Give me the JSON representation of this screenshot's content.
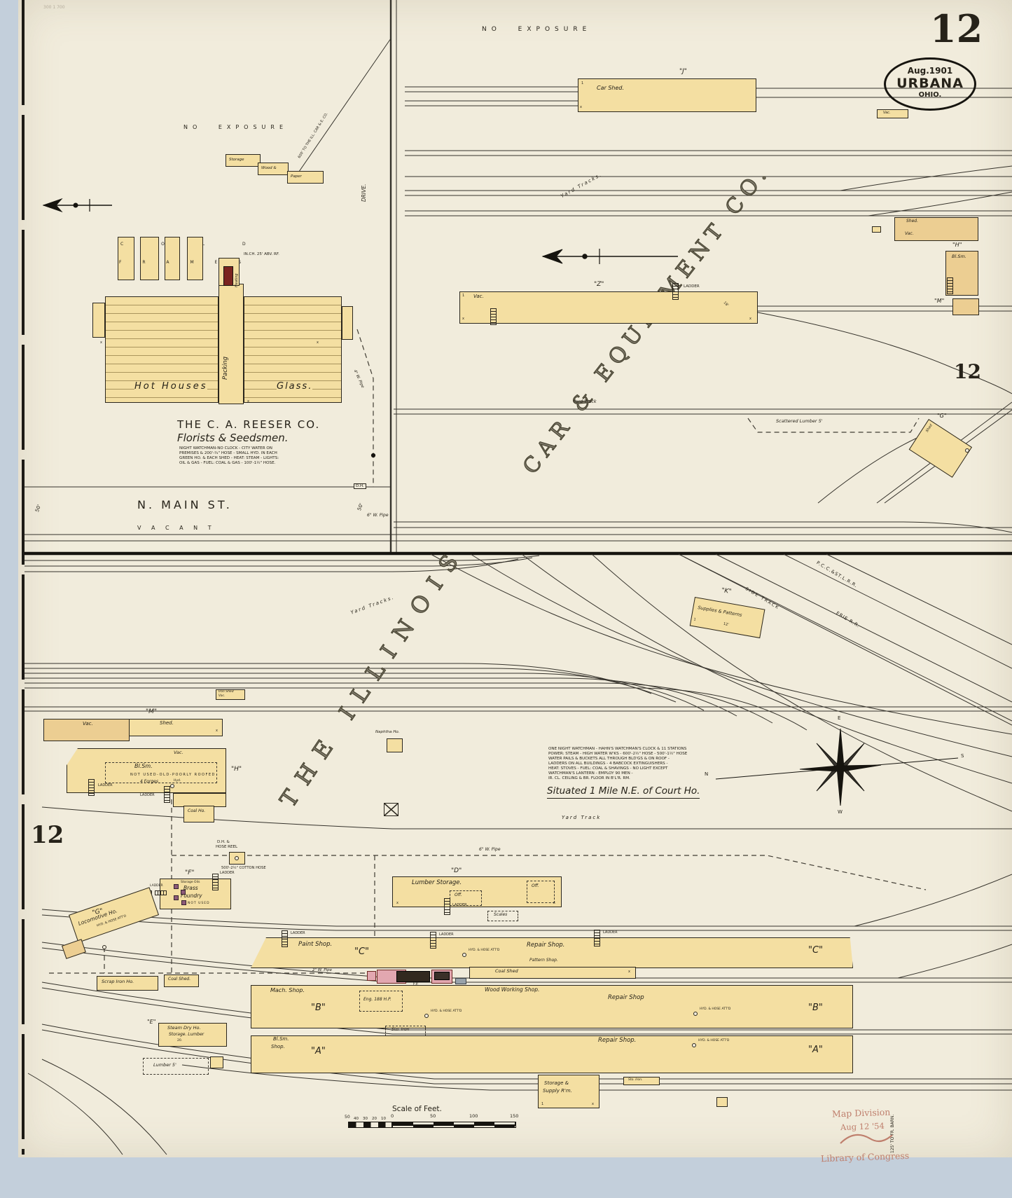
{
  "sheet": {
    "number_top": "12",
    "number_right": "12",
    "number_left": "12",
    "stamp_date": "Aug.1901",
    "stamp_city": "URBANA",
    "stamp_state": "OHIO.",
    "pencil_note": "300 1 700"
  },
  "company": {
    "line1": "THE ILLINOIS",
    "line2": "CAR & EQUIPMENT CO."
  },
  "top": {
    "no_exposure": "NO EXPOSURE",
    "drive": "DRIVE.",
    "ill_note": "600' TO THE ILL. CAR & E. CO.",
    "storage": "Storage",
    "wood": "Wood &",
    "paper": "Paper",
    "cold": "C O L D",
    "frames": "F R A M E S",
    "hot_houses": "Hot  Houses",
    "glass": "Glass.",
    "packing": "Packing",
    "heating": "Heating",
    "chimney_note": "IN.CH. 25' ABV. RF.",
    "reeser_title": "THE C. A. REESER CO.",
    "reeser_sub": "Florists & Seedsmen.",
    "reeser_notes": [
      "NIGHT WATCHMAN-NO CLOCK - CITY WATER ON",
      "PREMISES & 200'-¾\" HOSE - SMALL HYD. IN EACH",
      "GREEN HO. & EACH SHED - HEAT: STEAM - LIGHTS:",
      "OIL & GAS - FUEL: COAL & GAS - 100'-1½\" HOSE."
    ],
    "main_st": "N. MAIN ST.",
    "vacant": "V A C A N T",
    "w50_left": "50'",
    "w50_right": "50'",
    "dh": "D.H.",
    "pipe6": "6\" W. Pipe",
    "pipe4": "4\" W. Pipe",
    "car_shed": "Car Shed.",
    "j": "\"J\"",
    "vac": "Vac.",
    "yard_tracks": "Yard Tracks.",
    "yard_track": "Yard Track",
    "shed": "Shed.",
    "h": "\"H\"",
    "bl_sm": "Bl.Sm.",
    "m": "\"M\"",
    "z": "\"Z\"",
    "ladder": "LADDER",
    "d18": "18'",
    "scattered": "Scattered Lumber 5'",
    "g": "\"G\"",
    "g_shed": "Shed"
  },
  "bottom": {
    "k": "\"K\"",
    "k_name": "Supplies & Patterns",
    "d12": "12'",
    "side_track": "SIDE TRACK",
    "pcc": "P.C.C.&ST.L.R.R.",
    "erie": "ERIE R.R.",
    "yard_tracks": "Yard Tracks.",
    "yard_track": "Yard Track",
    "iron_shed": "Iron Shed",
    "vac": "Vac.",
    "m": "\"M\"",
    "shed": "Shed.",
    "h": "\"H\"",
    "bl_sm": "Bl.Sm.",
    "h_note": "NOT USED-OLD-POORLY ROOFED",
    "forges": "4 Forges",
    "hyd": "Hyd.",
    "coal_ho": "Coal Ho.",
    "naphtha": "Naphtha Ho.",
    "notes": [
      "ONE NIGHT WATCHMAN - HAHN'S WATCHMAN'S CLOCK & 11 STATIONS",
      "POWER: STEAM - HIGH WATER W'KS - 600'-2½\" HOSE - 500'-1½\" HOSE",
      "WATER PAILS & BUCKETS ALL THROUGH BLD'GS & ON ROOF -",
      "LADDERS ON ALL BUILDINGS - 4 BABCOCK EXTINGUISHERS -",
      "HEAT: STOVES - FUEL: COAL & SHAVINGS - NO LIGHT EXCEPT",
      "WATCHMAN'S LANTERN - EMPLOY 90 MEN -",
      "IR. CL. CEILING & BR. FLOOR IN B'L'R. RM."
    ],
    "situated": "Situated 1 Mile N.E. of Court Ho.",
    "dh_reel1": "D.H. &",
    "dh_reel2": "HOSE REEL",
    "cotton": "500'-2½\" COTTON HOSE",
    "pipe6": "6\" W. Pipe",
    "pipe2": "2\" W. Pipe",
    "f": "\"F\"",
    "f1": "Storage Oils",
    "f2": "Brass",
    "f3": "Foundry",
    "f4": "NOT USED",
    "ladder": "LADDER",
    "g": "\"G\"",
    "loco": "Locomotive Ho.",
    "hyd_hose": "HYD. & HOSE ATT'D",
    "scrap": "Scrap Iron Ho.",
    "coal_shed": "Coal Shed.",
    "d": "\"D\"",
    "lumber_storage": "Lumber Storage.",
    "off": "Off.",
    "scales": "Scales",
    "c": "\"C\"",
    "paint": "Paint Shop.",
    "repair": "Repair Shop.",
    "pattern": "Pattern Shop.",
    "coal_shed2": "Coal Shed",
    "mach": "Mach. Shop.",
    "b": "\"B\"",
    "wood_working": "Wood Working Shop.",
    "repair2": "Repair Shop",
    "eng": "Eng. 188 H.P.",
    "fp": "F.P.",
    "blsm1": "Bl.Sm.",
    "blsm2": "Shop.",
    "a": "\"A\"",
    "sto_iron": "Sto. Iron",
    "e": "\"E\"",
    "steam1": "Steam Dry Ho.",
    "steam2": "Storage. Lumber",
    "d20": "20.",
    "lumber5": "Lumber 5'",
    "sts1": "Storage &",
    "sts2": "Supply R'm.",
    "sto_small": "Sto. Iron.",
    "barn": "125' TO FR. BARN."
  },
  "scale": {
    "title": "Scale of Feet.",
    "ticks": [
      "50",
      "40",
      "30",
      "20",
      "10",
      "0",
      "50",
      "100",
      "150"
    ]
  },
  "compass": {
    "n": "N",
    "e": "E",
    "s": "S",
    "w": "W"
  },
  "stamp": {
    "l1": "Map Division",
    "l2": "Aug 12 '54",
    "l3": "Library of Congress"
  },
  "marks": {
    "x": "x",
    "one": "1",
    "two": "2"
  },
  "colors": {
    "building": "#f4dfa2",
    "tan": "#ecce92",
    "brick": "#b03830",
    "pink": "#e2a7b0",
    "paper": "#f1ecdc",
    "stamp_red": "#bf7f6d"
  }
}
